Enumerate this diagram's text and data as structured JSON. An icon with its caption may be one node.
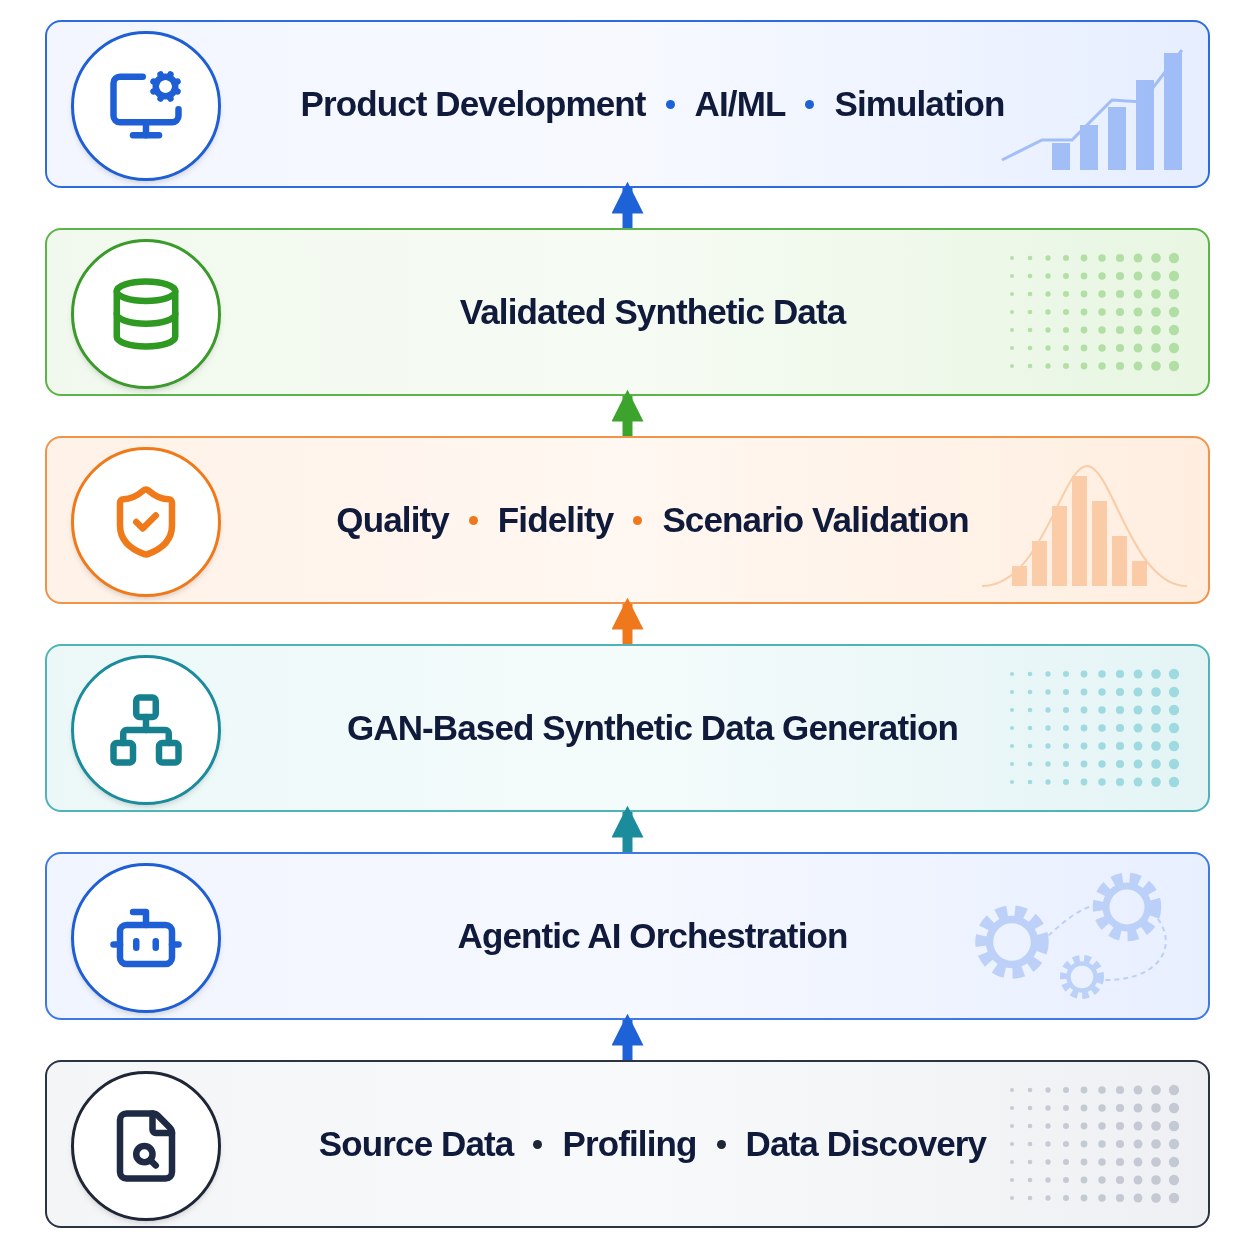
{
  "diagram": {
    "nodes": [
      {
        "text": [
          "Product Development",
          "AI/ML",
          "Simulation"
        ]
      },
      {
        "text": [
          "Validated Synthetic Data"
        ]
      },
      {
        "text": [
          "Quality",
          "Fidelity",
          "Scenario Validation"
        ]
      },
      {
        "text": [
          "GAN-Based Synthetic Data Generation"
        ]
      },
      {
        "text": [
          "Agentic AI Orchestration"
        ]
      },
      {
        "text": [
          "Source Data",
          "Profiling",
          "Data Discovery"
        ]
      }
    ],
    "edges": [
      {
        "from": 5,
        "to": 4,
        "arrow": "to",
        "color": "#1e62d8"
      },
      {
        "from": 4,
        "to": 3,
        "arrow": "to",
        "color": "#1a8c9c"
      },
      {
        "from": 3,
        "to": 2,
        "arrow": "to",
        "color": "#f0781c"
      },
      {
        "from": 2,
        "to": 1,
        "arrow": "to",
        "color": "#3ca42c"
      },
      {
        "from": 1,
        "to": 0,
        "arrow": "to",
        "color": "#1e62d8"
      }
    ]
  }
}
